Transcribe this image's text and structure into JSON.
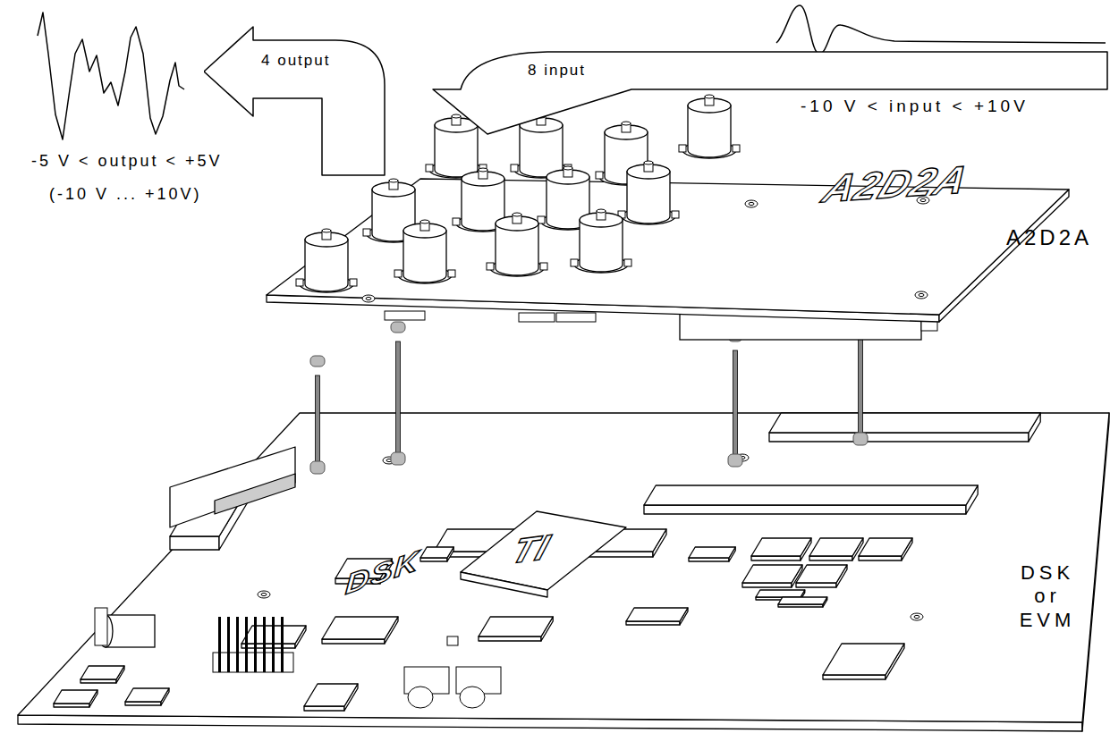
{
  "diagram": {
    "nodes": [
      {
        "text": [
          "4 output"
        ]
      },
      {
        "text": [
          "8 input"
        ]
      }
    ],
    "labels": [
      "-10 V < input < +10V",
      "-5 V < output < +5V",
      "(-10 V ... +10V)",
      "A2D2A",
      "A2D2A",
      "TI",
      "DSK",
      "DSK or EVM"
    ]
  }
}
